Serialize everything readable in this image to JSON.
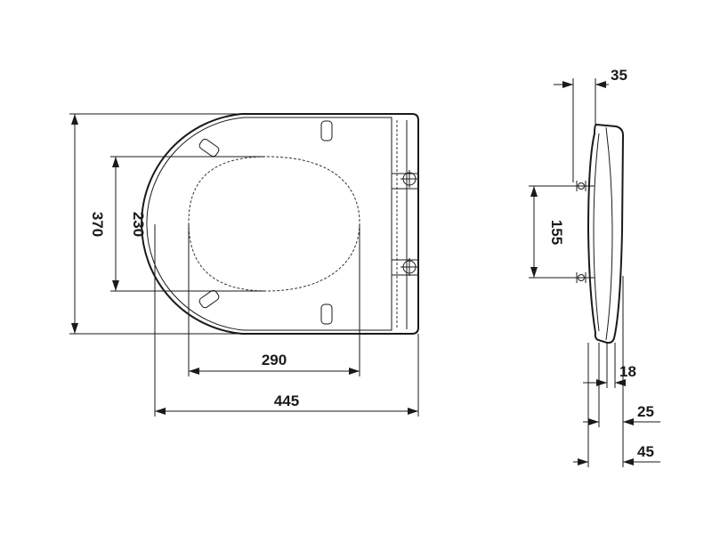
{
  "top_view": {
    "labels": {
      "height_total": "370",
      "height_inner": "230",
      "width_inner": "290",
      "width_total": "445"
    }
  },
  "side_view": {
    "labels": {
      "top_offset": "35",
      "hinge_spacing": "155",
      "thickness_1": "18",
      "thickness_2": "25",
      "thickness_3": "45"
    }
  }
}
